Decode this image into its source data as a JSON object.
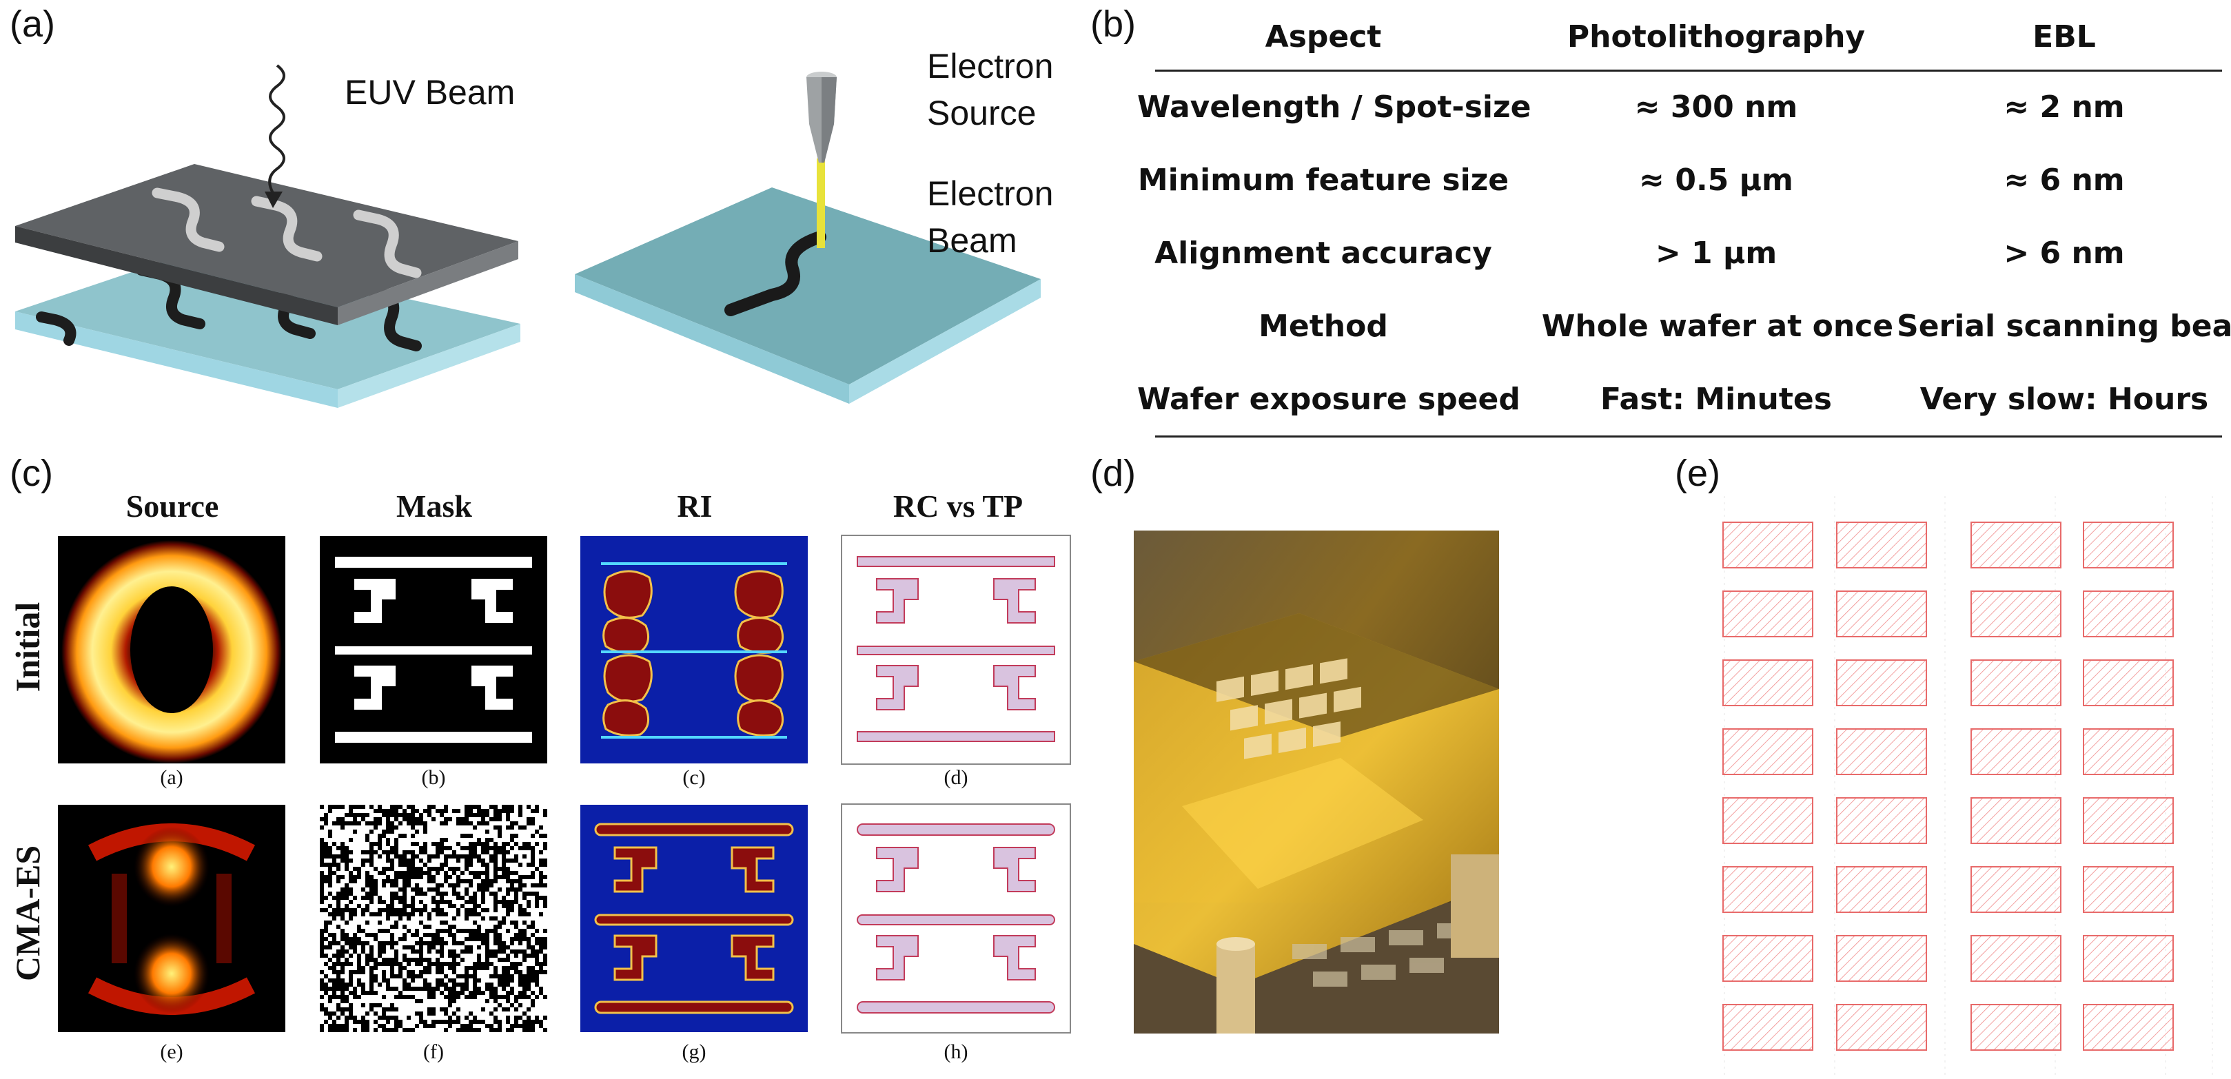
{
  "panel_labels": {
    "a": "(a)",
    "b": "(b)",
    "c": "(c)",
    "d": "(d)",
    "e": "(e)"
  },
  "panel_a": {
    "euv_label": "EUV Beam",
    "electron_source_line1": "Electron",
    "electron_source_line2": "Source",
    "electron_beam_line1": "Electron",
    "electron_beam_line2": "Beam"
  },
  "panel_b": {
    "headers": [
      "Aspect",
      "Photolithography",
      "EBL"
    ],
    "rows": [
      [
        "Wavelength / Spot-size",
        "≈ 300 nm",
        "≈ 2 nm"
      ],
      [
        "Minimum feature size",
        "≈ 0.5 µm",
        "≈ 6 nm"
      ],
      [
        "Alignment accuracy",
        "> 1 µm",
        "> 6 nm"
      ],
      [
        "Method",
        "Whole wafer at once",
        "Serial scanning beam"
      ],
      [
        "Wafer exposure speed",
        "Fast: Minutes",
        "Very slow: Hours"
      ]
    ]
  },
  "panel_c": {
    "columns": [
      "Source",
      "Mask",
      "RI",
      "RC vs TP"
    ],
    "rows": [
      "Initial",
      "CMA-ES"
    ],
    "sublabels": [
      "(a)",
      "(b)",
      "(c)",
      "(d)",
      "(e)",
      "(f)",
      "(g)",
      "(h)"
    ]
  },
  "colors": {
    "wafer_teal": "#6fa9b0",
    "mask_gray": "#55585b",
    "ri_blue": "#0b1fa8",
    "ri_red": "#8b0d0d",
    "grid_red": "#e86a6a",
    "photo_amber": "#c89a2a"
  }
}
